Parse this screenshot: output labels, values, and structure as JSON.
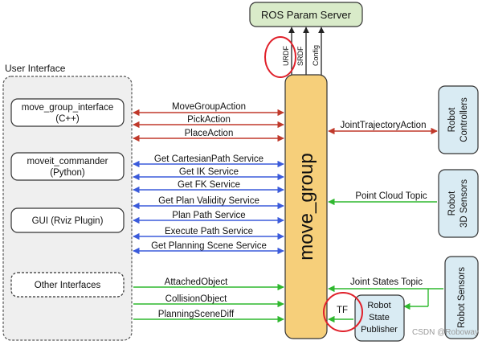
{
  "server": {
    "title": "ROS Param Server",
    "labels": [
      "URDF",
      "SRDF",
      "Config"
    ]
  },
  "user_interface": {
    "title": "User Interface",
    "boxes": [
      {
        "line1": "move_group_interface",
        "line2": "(C++)"
      },
      {
        "line1": "moveit_commander",
        "line2": "(Python)"
      },
      {
        "line1": "GUI (Rviz Plugin)",
        "line2": ""
      },
      {
        "line1": "Other Interfaces",
        "line2": ""
      }
    ]
  },
  "core": {
    "label": "move_group"
  },
  "connections": {
    "actions": [
      "MoveGroupAction",
      "PickAction",
      "PlaceAction"
    ],
    "services": [
      "Get CartesianPath Service",
      "Get IK Service",
      "Get FK Service",
      "Get Plan Validity Service",
      "Plan Path Service",
      "Execute Path Service",
      "Get Planning Scene Service"
    ],
    "topics": [
      "AttachedObject",
      "CollisionObject",
      "PlanningSceneDiff"
    ]
  },
  "robot": {
    "controllers": {
      "line1": "Robot",
      "line2": "Controllers"
    },
    "sensors3d": {
      "line1": "Robot",
      "line2": "3D Sensors"
    },
    "sensors": "Robot Sensors",
    "state_publisher": {
      "line1": "Robot",
      "line2": "State",
      "line3": "Publisher"
    }
  },
  "right_links": {
    "joint_trajectory": "JointTrajectoryAction",
    "point_cloud": "Point Cloud Topic",
    "joint_states": "Joint States Topic",
    "tf": "TF"
  },
  "watermark": "CSDN @Roboway",
  "colors": {
    "action": "#c0392b",
    "service": "#3b5bdb",
    "topic": "#2fb82f",
    "core_fill": "#f6cf7a",
    "box_fill": "#d9ebf3",
    "highlight": "#e0202a"
  }
}
